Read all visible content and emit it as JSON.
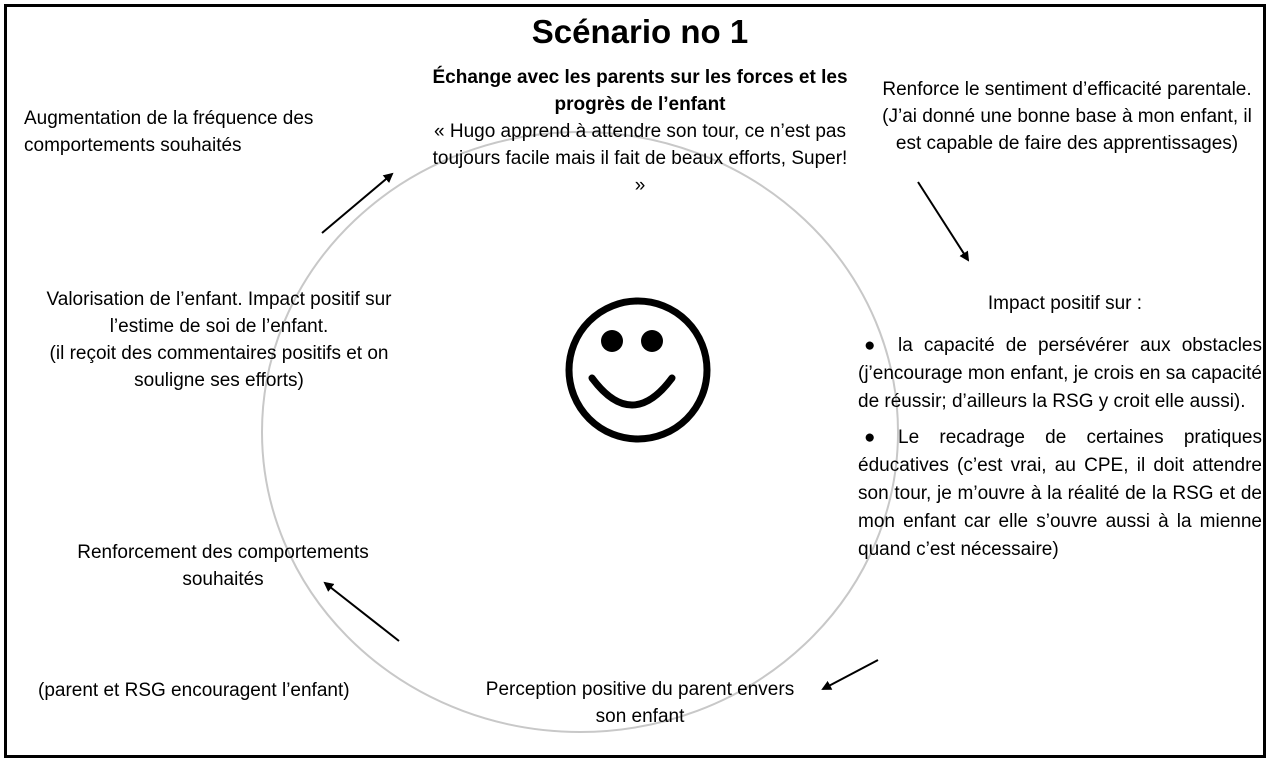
{
  "title": "Scénario no 1",
  "top_node": {
    "subtitle": "Échange avec les parents sur les forces et les progrès de l’enfant",
    "quote": "« Hugo apprend à attendre son tour, ce n’est pas toujours facile mais il fait de beaux efforts, Super! »"
  },
  "top_right_node": {
    "line1": "Renforce le sentiment d’efficacité parentale.",
    "line2": "(J’ai donné une bonne base à mon enfant, il est capable de faire des apprentissages)"
  },
  "right_node": {
    "heading": "Impact positif sur :",
    "bullets": [
      "la capacité de persévérer aux obstacles (j’encourage mon enfant, je crois en sa capacité de réussir; d’ailleurs la RSG y croit elle aussi).",
      "Le recadrage de certaines pratiques éducatives (c’est vrai, au CPE, il doit attendre son tour, je m’ouvre à la réalité de la RSG et de mon enfant car elle s’ouvre aussi à la mienne quand c’est nécessaire)"
    ]
  },
  "bottom_node": {
    "text": "Perception positive du parent envers son enfant"
  },
  "bottom_left_node": {
    "text": "(parent et RSG encouragent l’enfant)"
  },
  "left_lower_node": {
    "text": "Renforcement des comportements souhaités"
  },
  "left_middle_node": {
    "line1": "Valorisation de l’enfant. Impact positif sur l’estime de soi de l’enfant.",
    "line2": "(il reçoit des commentaires positifs et on souligne ses efforts)"
  },
  "top_left_node": {
    "text": "Augmentation de la fréquence des comportements souhaités"
  },
  "center_icon": "smiley-face",
  "bullet_glyph": "●"
}
